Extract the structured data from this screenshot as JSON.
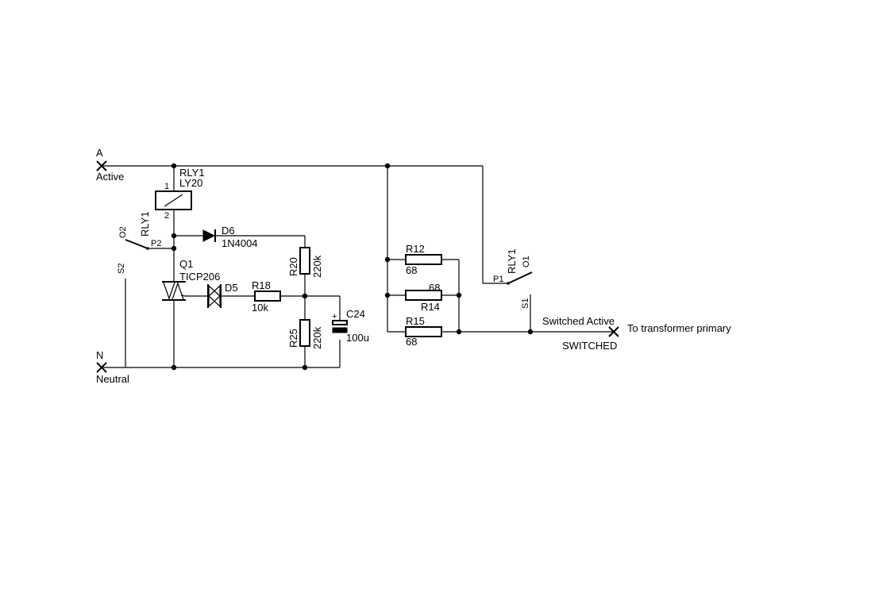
{
  "terminals": {
    "active": {
      "letter": "A",
      "name": "Active"
    },
    "neutral": {
      "letter": "N",
      "name": "Neutral"
    },
    "switched": {
      "name": "Switched Active",
      "label": "SWITCHED",
      "note": "To transformer primary"
    }
  },
  "relay": {
    "ref": "RLY1",
    "value": "LY20",
    "pin1": "1",
    "pin2": "2",
    "contact_a": {
      "ref": "RLY1",
      "normally_open": "O2",
      "pole": "P2",
      "normally_closed": "S2"
    },
    "contact_b": {
      "ref": "RLY1",
      "normally_open": "O1",
      "pole": "P1",
      "normally_closed": "S1"
    }
  },
  "diode_d6": {
    "ref": "D6",
    "value": "1N4004"
  },
  "triac_q1": {
    "ref": "Q1",
    "value": "TICP206"
  },
  "diac_d5": {
    "ref": "D5"
  },
  "resistor_r18": {
    "ref": "R18",
    "value": "10k"
  },
  "resistor_r20": {
    "ref": "R20",
    "value": "220k"
  },
  "resistor_r25": {
    "ref": "R25",
    "value": "220k"
  },
  "capacitor_c24": {
    "ref": "C24",
    "value": "100u",
    "polarity": "+"
  },
  "resistor_r12": {
    "ref": "R12",
    "value": "68"
  },
  "resistor_r14": {
    "ref": "R14",
    "value": "68"
  },
  "resistor_r15": {
    "ref": "R15",
    "value": "68"
  }
}
